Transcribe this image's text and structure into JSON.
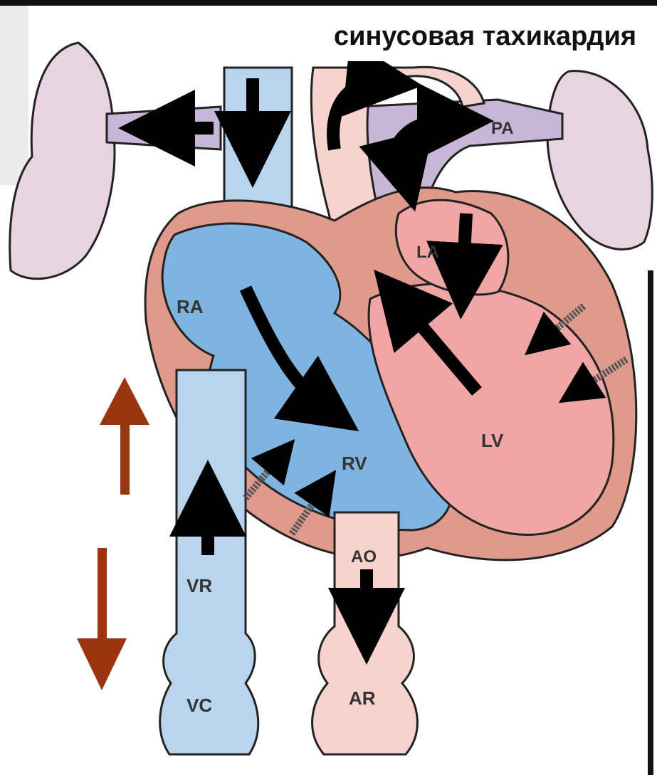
{
  "title": "синусовая тахикардия",
  "labels": {
    "pa": "PA",
    "la": "LA",
    "ra": "RA",
    "lv": "LV",
    "rv": "RV",
    "ao": "AO",
    "vr": "VR",
    "vc": "VC",
    "ar": "AR"
  },
  "colors": {
    "venous_blue": "#b9d5ee",
    "venous_blue_inner": "#7fb4e0",
    "arterial_pink": "#f6d3cc",
    "arterial_pink_inner": "#f0a6a4",
    "myocardium": "#e09a8c",
    "lung_lavender": "#e8d4e0",
    "pulmonary_purple": "#c7b6d6",
    "indicator_arrow": "#9a3510",
    "flow_arrow": "#000000"
  },
  "indicators": [
    {
      "name": "up-arrow",
      "direction": "up"
    },
    {
      "name": "down-arrow",
      "direction": "down"
    }
  ]
}
